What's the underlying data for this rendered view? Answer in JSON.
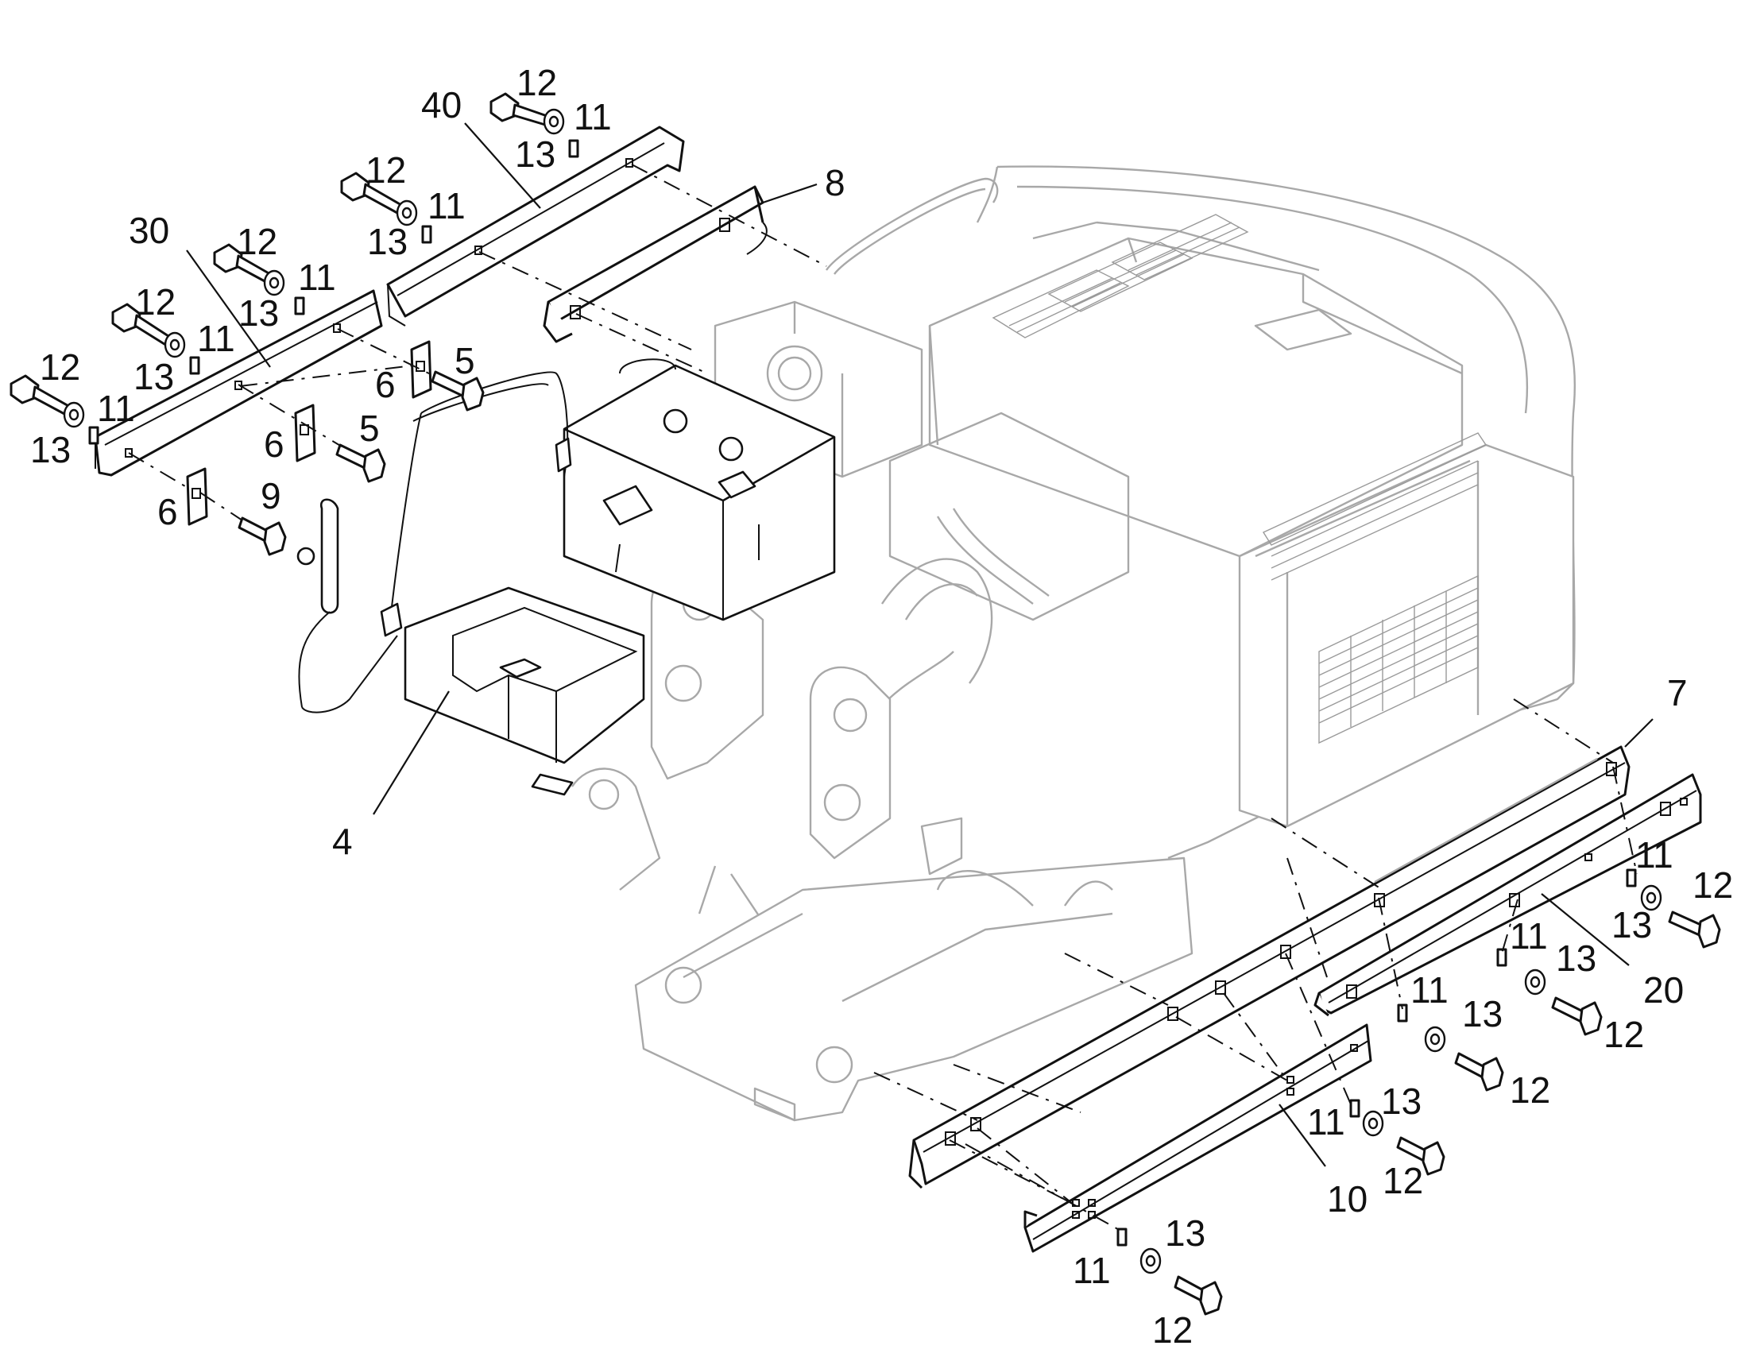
{
  "callouts": [
    {
      "id": "c-12-a",
      "label": "12"
    },
    {
      "id": "c-11-a",
      "label": "11"
    },
    {
      "id": "c-13-a",
      "label": "13"
    },
    {
      "id": "c-40",
      "label": "40"
    },
    {
      "id": "c-8",
      "label": "8"
    },
    {
      "id": "c-12-b",
      "label": "12"
    },
    {
      "id": "c-11-b",
      "label": "11"
    },
    {
      "id": "c-13-b",
      "label": "13"
    },
    {
      "id": "c-30",
      "label": "30"
    },
    {
      "id": "c-12-c",
      "label": "12"
    },
    {
      "id": "c-11-c",
      "label": "11"
    },
    {
      "id": "c-13-c",
      "label": "13"
    },
    {
      "id": "c-12-d",
      "label": "12"
    },
    {
      "id": "c-11-d",
      "label": "11"
    },
    {
      "id": "c-13-d",
      "label": "13"
    },
    {
      "id": "c-12-e",
      "label": "12"
    },
    {
      "id": "c-11-e",
      "label": "11"
    },
    {
      "id": "c-13-e",
      "label": "13"
    },
    {
      "id": "c-5-a",
      "label": "5"
    },
    {
      "id": "c-6-a",
      "label": "6"
    },
    {
      "id": "c-5-b",
      "label": "5"
    },
    {
      "id": "c-6-b",
      "label": "6"
    },
    {
      "id": "c-9",
      "label": "9"
    },
    {
      "id": "c-6-c",
      "label": "6"
    },
    {
      "id": "c-4",
      "label": "4"
    },
    {
      "id": "c-7",
      "label": "7"
    },
    {
      "id": "c-11-f",
      "label": "11"
    },
    {
      "id": "c-12-f",
      "label": "12"
    },
    {
      "id": "c-13-f",
      "label": "13"
    },
    {
      "id": "c-20",
      "label": "20"
    },
    {
      "id": "c-11-g",
      "label": "11"
    },
    {
      "id": "c-13-g",
      "label": "13"
    },
    {
      "id": "c-12-g",
      "label": "12"
    },
    {
      "id": "c-11-h",
      "label": "11"
    },
    {
      "id": "c-13-h",
      "label": "13"
    },
    {
      "id": "c-12-h",
      "label": "12"
    },
    {
      "id": "c-11-i",
      "label": "11"
    },
    {
      "id": "c-13-i",
      "label": "13"
    },
    {
      "id": "c-12-i",
      "label": "12"
    },
    {
      "id": "c-10",
      "label": "10"
    },
    {
      "id": "c-11-j",
      "label": "11"
    },
    {
      "id": "c-13-j",
      "label": "13"
    },
    {
      "id": "c-12-j",
      "label": "12"
    }
  ]
}
